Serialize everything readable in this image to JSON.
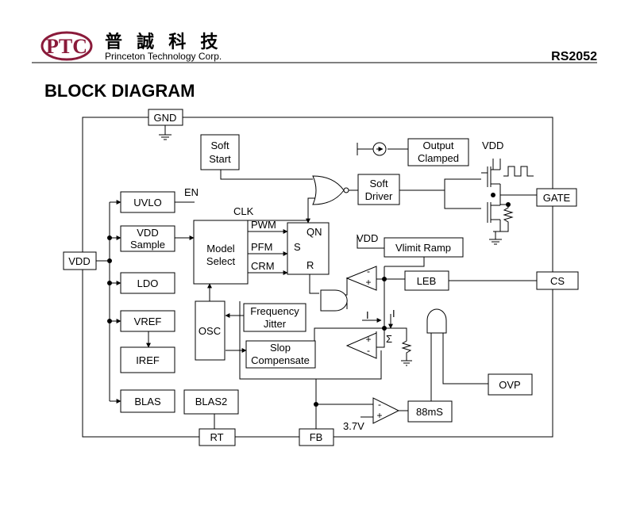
{
  "header": {
    "logo_text": "PTC",
    "company_cjk": "普 誠 科 技",
    "company_en": "Princeton Technology Corp.",
    "part_number": "RS2052"
  },
  "section_title": "BLOCK DIAGRAM",
  "diagram": {
    "pins": {
      "gnd": "GND",
      "vdd": "VDD",
      "gate": "GATE",
      "cs": "CS",
      "rt": "RT",
      "fb": "FB"
    },
    "blocks": {
      "soft_start": [
        "Soft",
        "Start"
      ],
      "output_clamped": [
        "Output",
        "Clamped"
      ],
      "soft_driver": [
        "Soft",
        "Driver"
      ],
      "uvlo": "UVLO",
      "vdd_sample": [
        "VDD",
        "Sample"
      ],
      "model_select": [
        "Model",
        "Select"
      ],
      "ldo": "LDO",
      "vref": "VREF",
      "iref": "IREF",
      "osc": "OSC",
      "frequency_jitter": [
        "Frequency",
        "Jitter"
      ],
      "slop_compensate": [
        "Slop",
        "Compensate"
      ],
      "vlimit_ramp": "Vlimit Ramp",
      "leb": "LEB",
      "ovp": "OVP",
      "blas": "BLAS",
      "blas2": "BLAS2",
      "timer": "88mS"
    },
    "labels": {
      "vdd_top": "VDD",
      "en": "EN",
      "clk": "CLK",
      "pwm": "PWM",
      "pfm": "PFM",
      "crm": "CRM",
      "qn": "QN",
      "s": "S",
      "r": "R",
      "vdd_ramp": "VDD",
      "i1": "I",
      "i2": "I",
      "sigma": "Σ",
      "ref_3v7": "3.7V",
      "minus1": "-",
      "plus1": "+",
      "minus2": "-",
      "plus2": "+",
      "minus3": "-",
      "plus3": "+"
    }
  }
}
